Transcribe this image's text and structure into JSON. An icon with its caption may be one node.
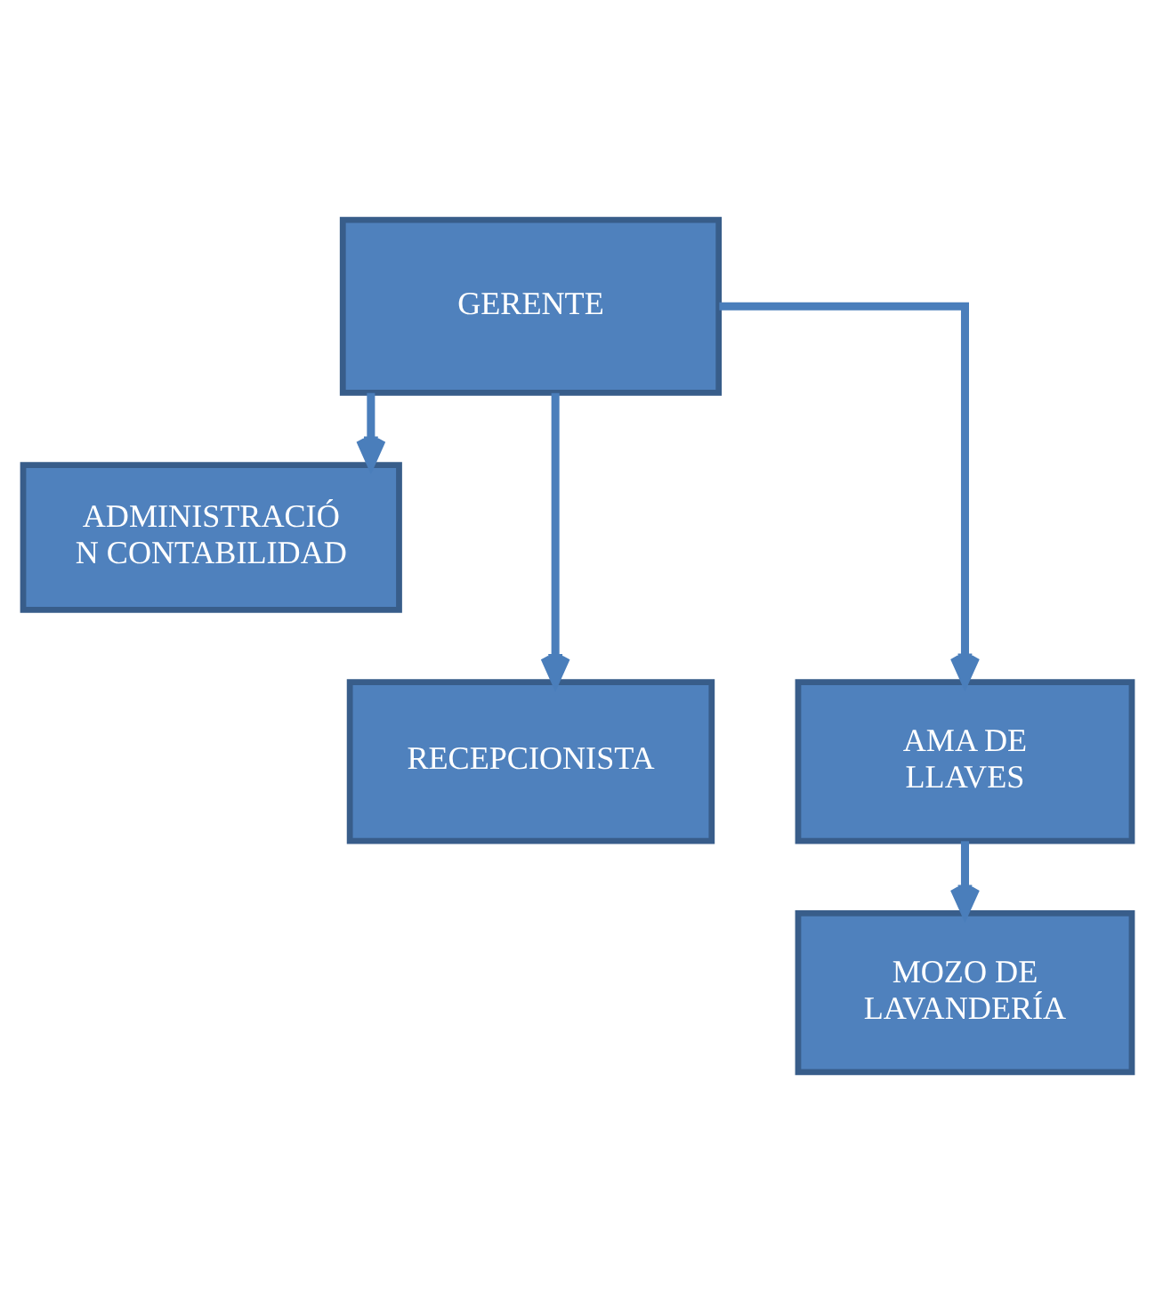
{
  "diagram": {
    "nodes": [
      {
        "text": [
          "GERENTE"
        ]
      },
      {
        "text": [
          "ADMINISTRACIÓ N CONTABILIDAD"
        ]
      },
      {
        "text": [
          "RECEPCIONISTA"
        ]
      },
      {
        "text": [
          "AMA DE LLAVES"
        ]
      },
      {
        "text": [
          "MOZO DE LAVANDERÍA"
        ]
      }
    ],
    "edges": [
      {
        "from": 0,
        "to": 1,
        "arrow": "to"
      },
      {
        "from": 0,
        "to": 2,
        "arrow": "to"
      },
      {
        "from": 0,
        "to": 3,
        "arrow": "to"
      },
      {
        "from": 3,
        "to": 4,
        "arrow": "to"
      }
    ]
  }
}
